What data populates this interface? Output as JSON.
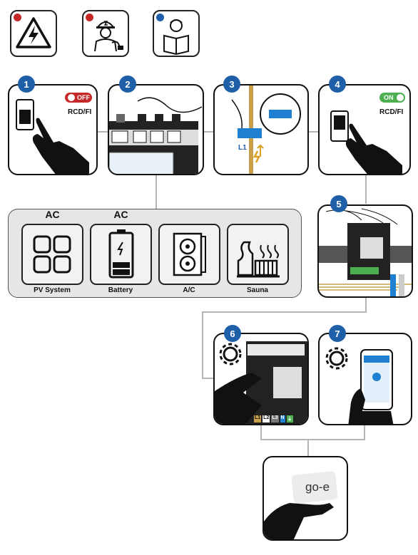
{
  "steps": [
    "1",
    "2",
    "3",
    "4",
    "5",
    "6",
    "7"
  ],
  "step1": {
    "switch_state": "OFF",
    "label": "RCD/FI"
  },
  "step3": {
    "phase_label": "L1"
  },
  "step4": {
    "switch_state": "ON",
    "label": "RCD/FI"
  },
  "step6": {
    "terminals": [
      "L1",
      "L2",
      "L3",
      "N",
      "⏚"
    ]
  },
  "devices": [
    {
      "label": "PV System",
      "current_type": "AC",
      "icon": "solar-panel-icon"
    },
    {
      "label": "Battery",
      "current_type": "AC",
      "icon": "battery-icon"
    },
    {
      "label": "A/C",
      "current_type": "",
      "icon": "air-conditioner-icon"
    },
    {
      "label": "Sauna",
      "current_type": "",
      "icon": "sauna-icon"
    }
  ],
  "final": {
    "brand_text": "go-e"
  },
  "colors": {
    "step_badge": "#1f5fa8",
    "off": "#c62828",
    "on": "#4caf50",
    "connector": "#b5b5b5",
    "group_bg": "#e6e6e6"
  }
}
